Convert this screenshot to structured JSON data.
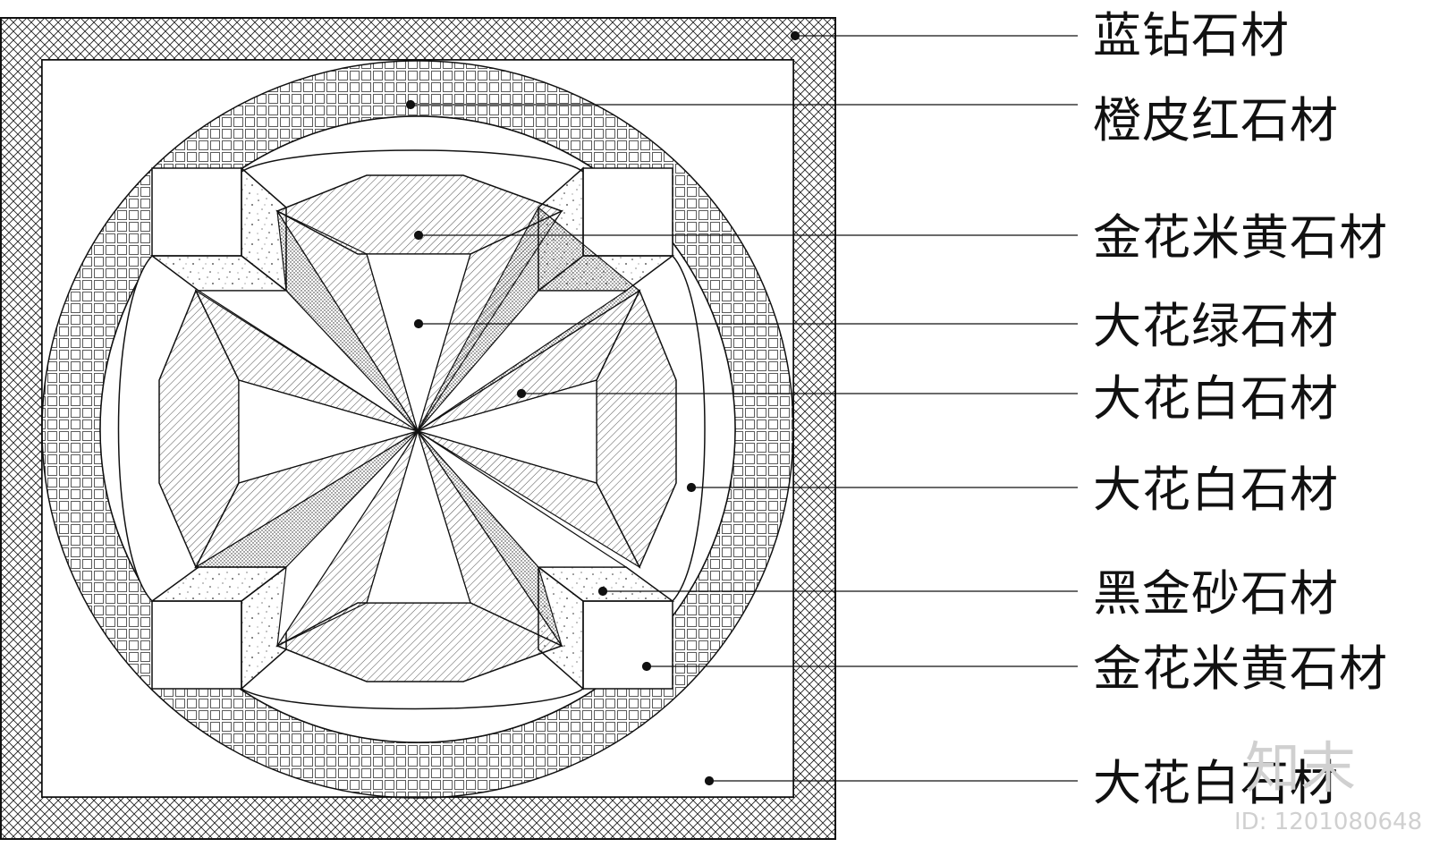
{
  "labels": [
    "蓝钻石材",
    "橙皮红石材",
    "金花米黄石材",
    "大花绿石材",
    "大花白石材",
    "大花白石材",
    "黑金砂石材",
    "金花米黄石材",
    "大花白石材"
  ],
  "watermark": {
    "brand": "知末",
    "id": "ID: 1201080648"
  },
  "colors": {
    "line": "#111111",
    "background": "#ffffff",
    "watermark": "#d0d0d0"
  }
}
